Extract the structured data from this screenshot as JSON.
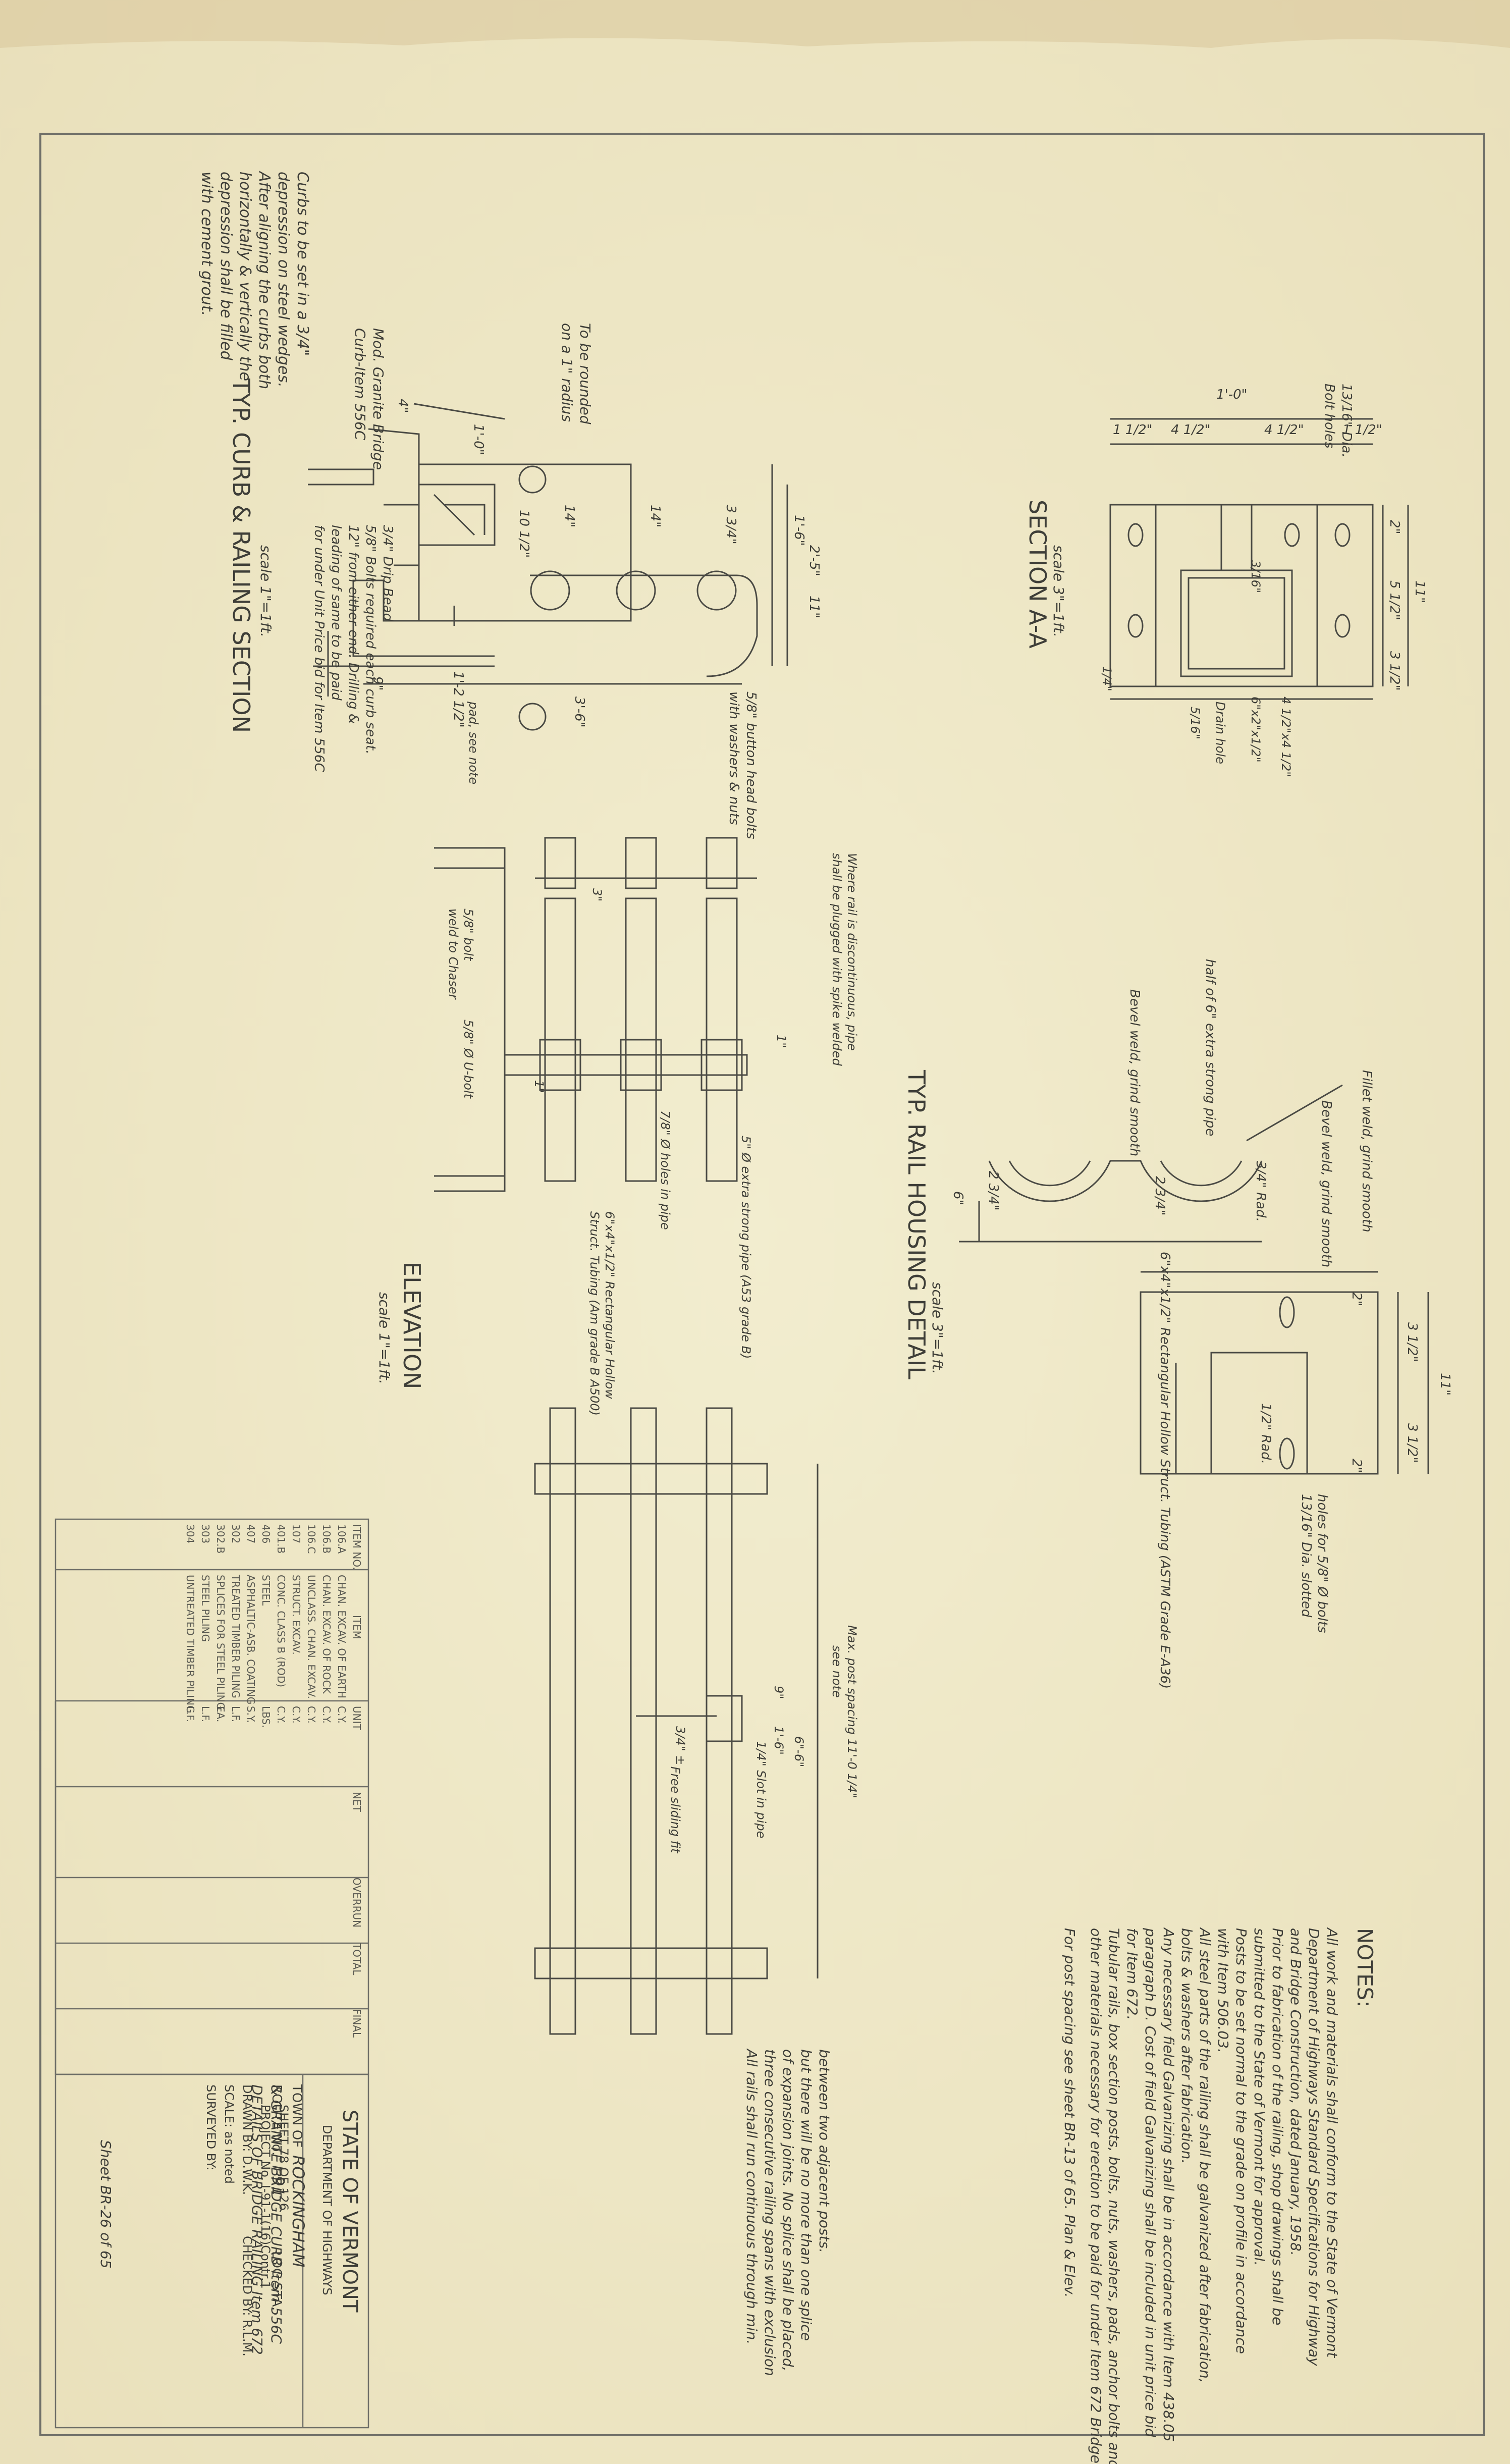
{
  "drawing": {
    "typ_curb_section": {
      "title": "TYP. CURB & RAILING SECTION",
      "scale": "scale 1\"=1ft.",
      "notes": [
        "Curbs to be set in a 3/4\"",
        "depression on steel wedges.",
        "After aligning the curbs both",
        "horizontally & vertically the",
        "depression shall be filled",
        "with cement grout."
      ],
      "granite_curb": [
        "Mod. Granite Bridge",
        "Curb-Item 556C"
      ],
      "round_note": [
        "To be rounded",
        "on a 1\" radius"
      ],
      "drip_bead": "3/4\" Drip Bead",
      "anchor_bolts": [
        "5/8\" Bolts required each curb seat.",
        "12\" from either end. Drilling &",
        "leading of same to be paid",
        "for under Unit Price bid for Item 556C"
      ],
      "button_bolts": [
        "5/8\" button head bolts",
        "with washers & nuts"
      ],
      "pad_note": "pad, see note",
      "dim_labels": [
        "1'-6\"",
        "2'-5\"",
        "11\"",
        "3'-6\"",
        "1'-2 1/2\"",
        "9\"",
        "14\"",
        "14\"",
        "3 3/4\"",
        "10 1/2\"",
        "4\"",
        "1'-0\""
      ]
    },
    "section_aa": {
      "title": "SECTION A-A",
      "scale": "scale 3\"=1ft.",
      "dim_top": [
        "1'-0\"",
        "1 1/2\"",
        "4 1/2\"",
        "4 1/2\"",
        "1 1/2\""
      ],
      "dim_right": [
        "11\"",
        "2\"",
        "5 1/2\"",
        "3 1/2\""
      ],
      "bolt_note": [
        "13/16\" Dia.",
        "Bolt holes"
      ],
      "labels": [
        "4 1/2\"x4 1/2\"",
        "6\"x2\"x1/2\" ",
        "Drain hole",
        "5/16\"",
        "3/16\"",
        "1/4\""
      ]
    },
    "typ_rail_housing": {
      "title": "TYP. RAIL HOUSING DETAIL",
      "scale": "scale 3\"=1ft.",
      "labels": [
        "half of 6\" extra strong pipe",
        "Bevel weld, grind smooth",
        "Fillet weld, grind smooth",
        "Bevel weld, grind smooth",
        "3/4\" Rad.",
        "2 3/4\"",
        "6\"x4\"x1/2\" Rectangular Hollow Struct. Tubing (ASTM Grade E-A36)",
        "6\"",
        "2 3/4\""
      ],
      "right_dims": [
        "11\"",
        "3 1/2\"",
        "3 1/2\"",
        "2\"",
        "2\""
      ],
      "slot_note": [
        "13/16\" Dia. slotted",
        "holes for 5/8\" Ø bolts"
      ],
      "rad_note": "1/2\" Rad."
    },
    "elevation": {
      "title": "ELEVATION",
      "scale": "scale 1\"=1ft.",
      "labels": [
        "Where rail is discontinuous, pipe",
        "shall be plugged with spike welded",
        "3\"",
        "1\"",
        "7/8\" Ø holes in pipe",
        "5\" Ø extra strong pipe (A53 grade B)",
        "6\"x4\"x1/2\" Rectangular Hollow",
        "Struct. Tubing (Am grade B A500)",
        "5/8\" bolt",
        "weld to Chaser",
        "5/8\" Ø U-bolt",
        "1\""
      ],
      "plan_labels": [
        "Max. post spacing 11'-0 1/4\"",
        "see note",
        "1'-6\"",
        "9\"",
        "6\"-6\"",
        "1/4\" Slot in pipe",
        "3/4\" ±",
        "Free sliding fit"
      ]
    },
    "notes": {
      "heading": "NOTES:",
      "lines": [
        "All work and materials shall conform to the State of Vermont",
        "Department of Highways Standard Specifications for Highway",
        "and Bridge Construction, dated January, 1958.",
        "Prior to fabrication of the railing, shop drawings shall be",
        "submitted to the State of Vermont for approval.",
        "Posts to be set normal to the grade on profile in accordance",
        "with Item 506.03.",
        "All steel parts of the railing shall be galvanized after fabrication,",
        "bolts & washers after fabrication.",
        "Any necessary field Galvanizing shall be in accordance with Item 438.05",
        "paragraph D. Cost of field Galvanizing shall be included in unit price bid",
        "for Item 672.",
        "Tubular rails, box section posts, bolts, nuts, washers, pads, anchor bolts and",
        "other materials necessary for erection to be paid for under Item 672 Bridge Railing.",
        "For post spacing see sheet BR-13 of 65. Plan & Elev."
      ]
    },
    "rail_note": [
      "All rails shall run continuous through min.",
      "three consecutive railing spans with exclusion",
      "of expansion joints. No splice shall be placed,",
      "but there will be no more than one splice",
      "between two adjacent posts."
    ],
    "quantities": {
      "headers": [
        "ITEM NO.",
        "ITEM",
        "UNIT",
        "NET",
        "OVERRUN",
        "TOTAL",
        "FINAL"
      ],
      "rows": [
        [
          "106.A",
          "CHAN. EXCAV. OF EARTH",
          "C.Y.",
          "",
          "",
          "",
          ""
        ],
        [
          "106.B",
          "CHAN. EXCAV. OF ROCK",
          "C.Y.",
          "",
          "",
          "",
          ""
        ],
        [
          "106.C",
          "UNCLASS. CHAN. EXCAV.",
          "C.Y.",
          "",
          "",
          "",
          ""
        ],
        [
          "107",
          "STRUCT. EXCAV.",
          "C.Y.",
          "",
          "",
          "",
          ""
        ],
        [
          "401.B",
          "CONC. CLASS B (ROD)",
          "C.Y.",
          "",
          "",
          "",
          ""
        ],
        [
          "406",
          "STEEL",
          "LBS.",
          "",
          "",
          "",
          ""
        ],
        [
          "407",
          "ASPHALTIC-ASB. COATING",
          "S.Y.",
          "",
          "",
          "",
          ""
        ],
        [
          "302",
          "TREATED TIMBER PILING",
          "L.F.",
          "",
          "",
          "",
          ""
        ],
        [
          "302.B",
          "SPLICES FOR STEEL PILING",
          "EA.",
          "",
          "",
          "",
          ""
        ],
        [
          "303",
          "STEEL PILING",
          "L.F.",
          "",
          "",
          "",
          ""
        ],
        [
          "304",
          "UNTREATED TIMBER PILING",
          "L.F.",
          "",
          "",
          "",
          ""
        ]
      ]
    },
    "title_block": {
      "state": "STATE OF VERMONT",
      "dept": "DEPARTMENT OF HIGHWAYS",
      "town_label": "TOWN OF",
      "town": "ROCKINGHAM",
      "route_label": "ROUTE No.",
      "route": "I-91",
      "log_sta": "LOG STA.",
      "title1": "DETAILS OF BRIDGE RAILING Item 672",
      "title2": "& GRANITE BRIDGE CURB Item 556C",
      "surveyed": "SURVEYED BY:",
      "scale": "SCALE: as noted",
      "drawn": "DRAWN BY: D.W.K.",
      "checked": "CHECKED BY: R.L.M.",
      "project": "PROJECT No. I-91-1(16)Contr.1",
      "sheet": "SHEET 78 OF 126",
      "sheet_br": "Sheet BR-26 of 65"
    }
  }
}
